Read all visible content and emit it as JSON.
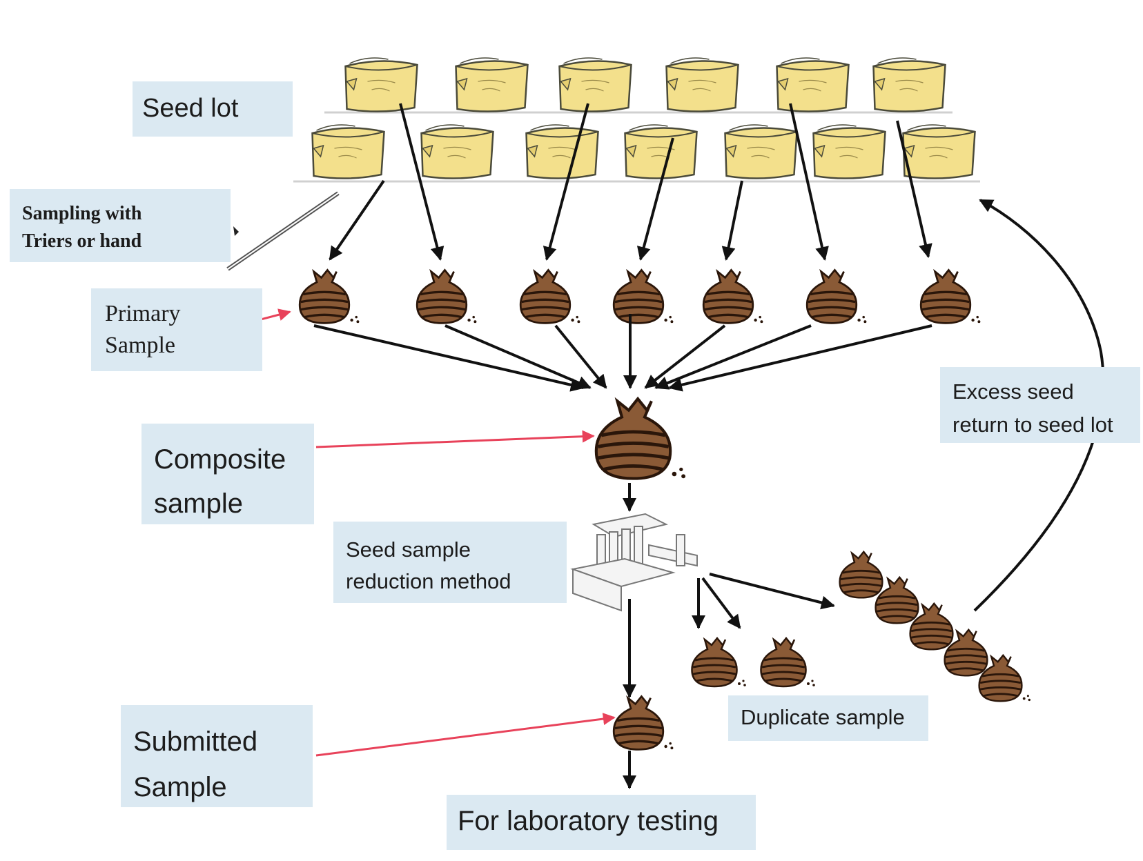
{
  "labels": {
    "seed_lot": "Seed lot",
    "sampling_line1": "Sampling with",
    "sampling_line2": "Triers or hand",
    "primary_line1": "Primary",
    "primary_line2": "Sample",
    "composite_line1": "Composite",
    "composite_line2": "sample",
    "reduction_line1": "Seed sample",
    "reduction_line2": "reduction method",
    "excess_line1": "Excess seed",
    "excess_line2": "return to seed lot",
    "duplicate": "Duplicate sample",
    "submitted_line1": "Submitted",
    "submitted_line2": "Sample",
    "laboratory": "For laboratory testing"
  },
  "colors": {
    "label_bg": "#dbe9f2",
    "sack_fill": "#f3e08c",
    "sack_outline": "#4a4a3a",
    "pouch_fill": "#8a5a36",
    "pouch_stripe": "#2a160a",
    "arrow": "#111111",
    "pointer": "#e8425a"
  },
  "icons": {
    "sack": "seed-sack-icon",
    "pouch": "sample-pouch-icon",
    "trier": "trier-icon",
    "divider": "sample-divider-icon"
  }
}
